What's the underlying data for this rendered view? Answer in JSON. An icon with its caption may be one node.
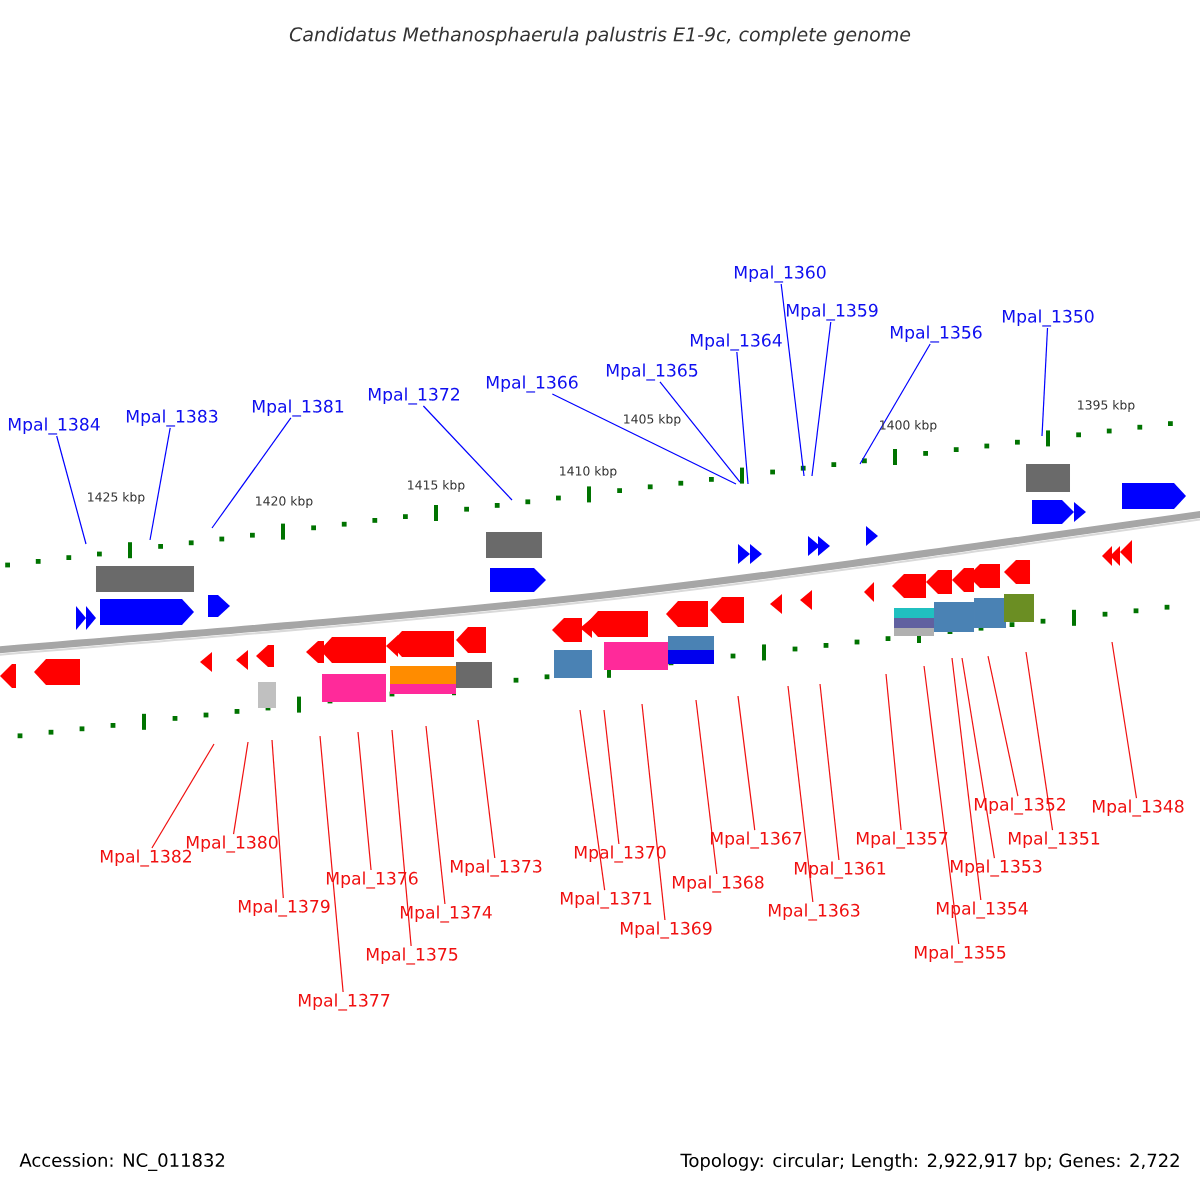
{
  "diagram": {
    "title": "Candidatus Methanosphaerula palustris E1-9c, complete genome",
    "nodes": [
      {
        "text": [
          "Mpal_1384"
        ]
      },
      {
        "text": [
          "Mpal_1383"
        ]
      },
      {
        "text": [
          "Mpal_1381"
        ]
      },
      {
        "text": [
          "Mpal_1372"
        ]
      },
      {
        "text": [
          "Mpal_1366"
        ]
      },
      {
        "text": [
          "Mpal_1365"
        ]
      },
      {
        "text": [
          "Mpal_1364"
        ]
      },
      {
        "text": [
          "Mpal_1360"
        ]
      },
      {
        "text": [
          "Mpal_1359"
        ]
      },
      {
        "text": [
          "Mpal_1356"
        ]
      },
      {
        "text": [
          "Mpal_1350"
        ]
      },
      {
        "text": [
          "Mpal_1382"
        ]
      },
      {
        "text": [
          "Mpal_1380"
        ]
      },
      {
        "text": [
          "Mpal_1379"
        ]
      },
      {
        "text": [
          "Mpal_1377"
        ]
      },
      {
        "text": [
          "Mpal_1376"
        ]
      },
      {
        "text": [
          "Mpal_1375"
        ]
      },
      {
        "text": [
          "Mpal_1374"
        ]
      },
      {
        "text": [
          "Mpal_1373"
        ]
      },
      {
        "text": [
          "Mpal_1371"
        ]
      },
      {
        "text": [
          "Mpal_1370"
        ]
      },
      {
        "text": [
          "Mpal_1369"
        ]
      },
      {
        "text": [
          "Mpal_1368"
        ]
      },
      {
        "text": [
          "Mpal_1367"
        ]
      },
      {
        "text": [
          "Mpal_1363"
        ]
      },
      {
        "text": [
          "Mpal_1361"
        ]
      },
      {
        "text": [
          "Mpal_1357"
        ]
      },
      {
        "text": [
          "Mpal_1355"
        ]
      },
      {
        "text": [
          "Mpal_1354"
        ]
      },
      {
        "text": [
          "Mpal_1353"
        ]
      },
      {
        "text": [
          "Mpal_1352"
        ]
      },
      {
        "text": [
          "Mpal_1351"
        ]
      },
      {
        "text": [
          "Mpal_1348"
        ]
      }
    ],
    "edges": [
      {
        "from": 0,
        "to": null,
        "arrow": "none",
        "color": "#0000ff"
      },
      {
        "from": 1,
        "to": null,
        "arrow": "none",
        "color": "#0000ff"
      },
      {
        "from": 2,
        "to": null,
        "arrow": "none",
        "color": "#0000ff"
      },
      {
        "from": 3,
        "to": null,
        "arrow": "none",
        "color": "#0000ff"
      },
      {
        "from": 4,
        "to": null,
        "arrow": "none",
        "color": "#0000ff"
      },
      {
        "from": 5,
        "to": null,
        "arrow": "none",
        "color": "#0000ff"
      },
      {
        "from": 6,
        "to": null,
        "arrow": "none",
        "color": "#0000ff"
      },
      {
        "from": 7,
        "to": null,
        "arrow": "none",
        "color": "#0000ff"
      },
      {
        "from": 8,
        "to": null,
        "arrow": "none",
        "color": "#0000ff"
      },
      {
        "from": 9,
        "to": null,
        "arrow": "none",
        "color": "#0000ff"
      },
      {
        "from": 10,
        "to": null,
        "arrow": "none",
        "color": "#0000ff"
      },
      {
        "from": 11,
        "to": null,
        "arrow": "none"
      },
      {
        "from": 12,
        "to": null,
        "arrow": "none"
      },
      {
        "from": 13,
        "to": null,
        "arrow": "none"
      },
      {
        "from": 14,
        "to": null,
        "arrow": "none"
      },
      {
        "from": 15,
        "to": null,
        "arrow": "none"
      },
      {
        "from": 16,
        "to": null,
        "arrow": "none"
      },
      {
        "from": 17,
        "to": null,
        "arrow": "none"
      },
      {
        "from": 18,
        "to": null,
        "arrow": "none"
      },
      {
        "from": 19,
        "to": null,
        "arrow": "none"
      },
      {
        "from": 20,
        "to": null,
        "arrow": "none"
      },
      {
        "from": 21,
        "to": null,
        "arrow": "none"
      },
      {
        "from": 22,
        "to": null,
        "arrow": "none"
      },
      {
        "from": 23,
        "to": null,
        "arrow": "none"
      },
      {
        "from": 24,
        "to": null,
        "arrow": "none"
      },
      {
        "from": 25,
        "to": null,
        "arrow": "none"
      },
      {
        "from": 26,
        "to": null,
        "arrow": "none"
      },
      {
        "from": 27,
        "to": null,
        "arrow": "none"
      },
      {
        "from": 28,
        "to": null,
        "arrow": "none"
      },
      {
        "from": 29,
        "to": null,
        "arrow": "none"
      },
      {
        "from": 30,
        "to": null,
        "arrow": "none"
      },
      {
        "from": 31,
        "to": null,
        "arrow": "none"
      },
      {
        "from": 32,
        "to": null,
        "arrow": "none"
      }
    ],
    "labels": [
      "1425 kbp",
      "1420 kbp",
      "1415 kbp",
      "1410 kbp",
      "1405 kbp",
      "1400 kbp",
      "1395 kbp",
      "Accession: NC_011832",
      "Topology: circular; Length: 2,922,917 bp; Genes: 2,722"
    ]
  }
}
